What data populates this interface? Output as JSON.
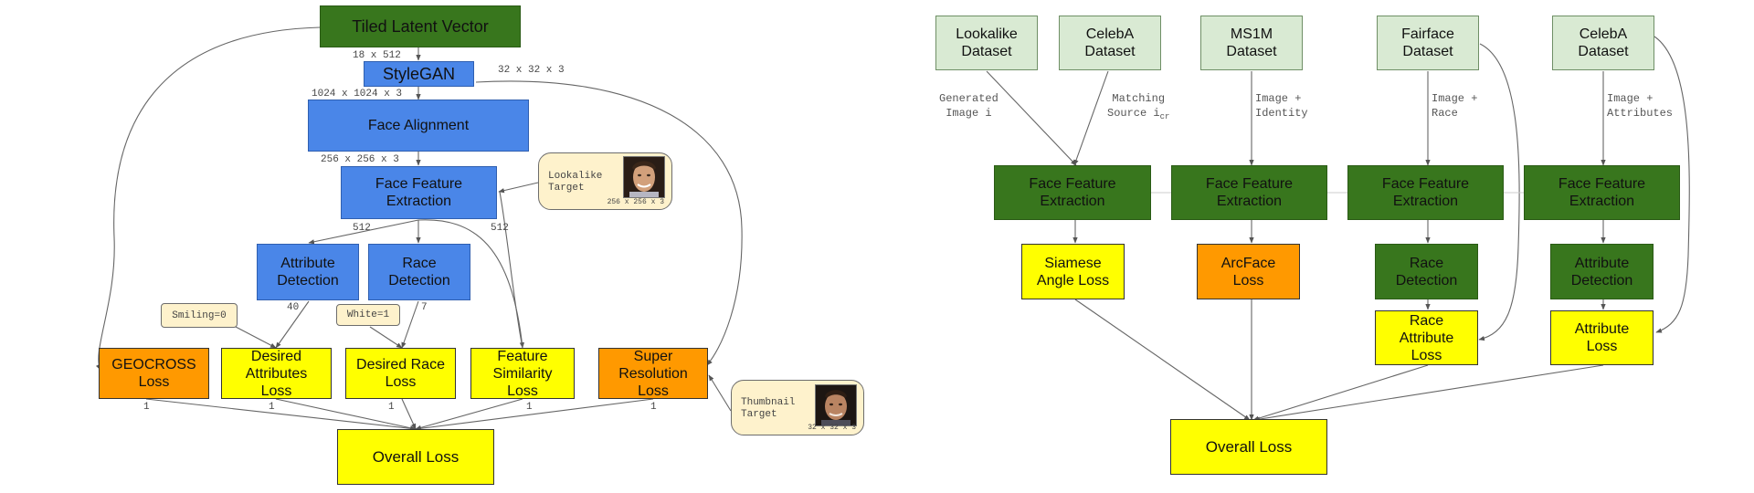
{
  "left": {
    "boxes": {
      "tiled_latent": "Tiled Latent Vector",
      "stylegan": "StyleGAN",
      "face_alignment": "Face Alignment",
      "face_feature_extraction": [
        "Face Feature",
        "Extraction"
      ],
      "attribute_detection": [
        "Attribute",
        "Detection"
      ],
      "race_detection": [
        "Race",
        "Detection"
      ],
      "geocross_loss": [
        "GEOCROSS",
        "Loss"
      ],
      "desired_attributes_loss": [
        "Desired",
        "Attributes",
        "Loss"
      ],
      "desired_race_loss": [
        "Desired Race",
        "Loss"
      ],
      "feature_similarity_loss": [
        "Feature",
        "Similarity",
        "Loss"
      ],
      "super_resolution_loss": [
        "Super",
        "Resolution",
        "Loss"
      ],
      "overall_loss": "Overall Loss"
    },
    "edge_labels": {
      "latent_to_stylegan": "18 x 512",
      "stylegan_thumbnail": "32 x 32 x 3",
      "stylegan_to_alignment": "1024 x 1024 x 3",
      "alignment_to_extraction": "256 x 256 x 3",
      "extraction_out_left": "512",
      "extraction_out_right": "512",
      "attribute_count": "40",
      "race_count": "7",
      "weight_geocross": "1",
      "weight_attributes": "1",
      "weight_race": "1",
      "weight_similarity": "1",
      "weight_superres": "1"
    },
    "tags": {
      "smiling": "Smiling=0",
      "white": "White=1"
    },
    "lookalike_card": {
      "label": [
        "Lookalike",
        "Target"
      ],
      "size": "256 x 256 x 3"
    },
    "thumbnail_card": {
      "label": [
        "Thumbnail",
        "Target"
      ],
      "size": "32 x 32 x 3"
    }
  },
  "right": {
    "datasets": [
      [
        "Lookalike",
        "Dataset"
      ],
      [
        "CelebA",
        "Dataset"
      ],
      [
        "MS1M",
        "Dataset"
      ],
      [
        "Fairface",
        "Dataset"
      ],
      [
        "CelebA",
        "Dataset"
      ]
    ],
    "edge_labels": {
      "generated": [
        "Generated",
        "Image i"
      ],
      "matching": [
        "Matching",
        "Source i",
        "cr"
      ],
      "identity": [
        "Image +",
        "Identity"
      ],
      "race": [
        "Image +",
        "Race"
      ],
      "attributes": [
        "Image +",
        "Attributes"
      ]
    },
    "extractors": [
      [
        "Face Feature",
        "Extraction"
      ],
      [
        "Face Feature",
        "Extraction"
      ],
      [
        "Face Feature",
        "Extraction"
      ],
      [
        "Face Feature",
        "Extraction"
      ]
    ],
    "siamese_loss": [
      "Siamese",
      "Angle Loss"
    ],
    "arcface_loss": [
      "ArcFace",
      "Loss"
    ],
    "race_detection": [
      "Race",
      "Detection"
    ],
    "attribute_detection": [
      "Attribute",
      "Detection"
    ],
    "race_attribute_loss": [
      "Race",
      "Attribute",
      "Loss"
    ],
    "attribute_loss": [
      "Attribute",
      "Loss"
    ],
    "overall_loss": "Overall Loss"
  },
  "colors": {
    "dark_green": "#38761d",
    "light_green": "#d9ead3",
    "blue": "#4a86e8",
    "yellow": "#ffff00",
    "orange": "#ff9900",
    "cream": "#fef2cc"
  }
}
